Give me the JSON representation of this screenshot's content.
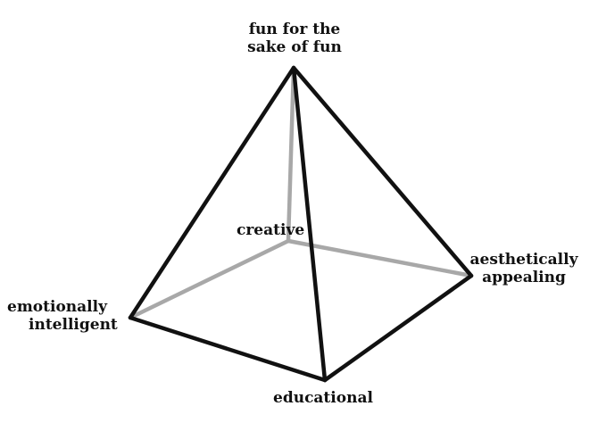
{
  "diagram": {
    "type": "square-pyramid",
    "colors": {
      "front_edges": "#111111",
      "hidden_edges": "#a8a8a8",
      "background": "#ffffff"
    },
    "vertices": {
      "apex": {
        "line1": "fun for the",
        "line2": "sake of fun"
      },
      "back": {
        "line1": "creative"
      },
      "right": {
        "line1": "aesthetically",
        "line2": "appealing"
      },
      "left": {
        "line1": "emotionally",
        "line2": "intelligent"
      },
      "front": {
        "line1": "educational"
      }
    }
  }
}
